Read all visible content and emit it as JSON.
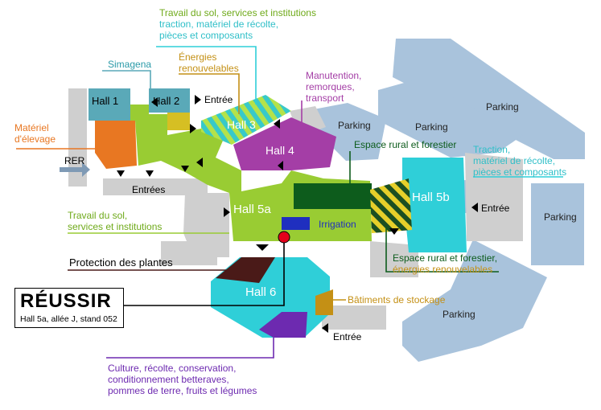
{
  "colors": {
    "parking": "#a9c3dc",
    "grey": "#cfcfcf",
    "lime": "#99cc33",
    "magenta": "#a43ea6",
    "cyan": "#2fcfd8",
    "orange": "#e87722",
    "hall12": "#5aa9b8",
    "darkgreen": "#0d5c1c",
    "maroon": "#4a1a18",
    "purple": "#6d2ab0",
    "gold": "#c49015",
    "yellow": "#d6bf23",
    "irrigation": "#1f2fbf",
    "marker": "#e3001b"
  },
  "halls": {
    "h1": "Hall 1",
    "h2": "Hall 2",
    "h3": "Hall 3",
    "h4": "Hall 4",
    "h5a": "Hall 5a",
    "h5b": "Hall 5b",
    "h6": "Hall 6"
  },
  "parking": {
    "p1": "Parking",
    "p2": "Parking",
    "p3": "Parking",
    "p4": "Parking",
    "p5": "Parking"
  },
  "entrances": {
    "e1": "Entrée",
    "e2": "Entrées",
    "e3": "Entrée",
    "e4": "Entrée"
  },
  "rer": "RER",
  "irrigation": "Irrigation",
  "sectors": {
    "simagena": "Simagena",
    "energies": [
      "Énergies",
      "renouvelables"
    ],
    "travail_top": [
      "Travail du sol, services et institutions",
      "traction, matériel de récolte,",
      "pièces et composants"
    ],
    "manutention": [
      "Manutention,",
      "remorques,",
      "transport"
    ],
    "materiel": [
      "Matériel",
      "d'élevage"
    ],
    "espace_top": "Espace rural et forestier",
    "traction_right": [
      "Traction,",
      "matériel de récolte,",
      "pièces et composants"
    ],
    "travail_left": [
      "Travail du sol,",
      "services et institutions"
    ],
    "protection": "Protection des plantes",
    "espace_bottom": [
      "Espace rural et forestier,",
      "énergies renouvelables"
    ],
    "batiments": "Bâtiments de stockage",
    "culture": [
      "Culture, récolte, conservation,",
      "conditionnement betteraves,",
      "pommes de terre, fruits et légumes"
    ]
  },
  "badge": {
    "brand": "RÉUSSIR",
    "location": "Hall 5a, allée J, stand 052"
  }
}
